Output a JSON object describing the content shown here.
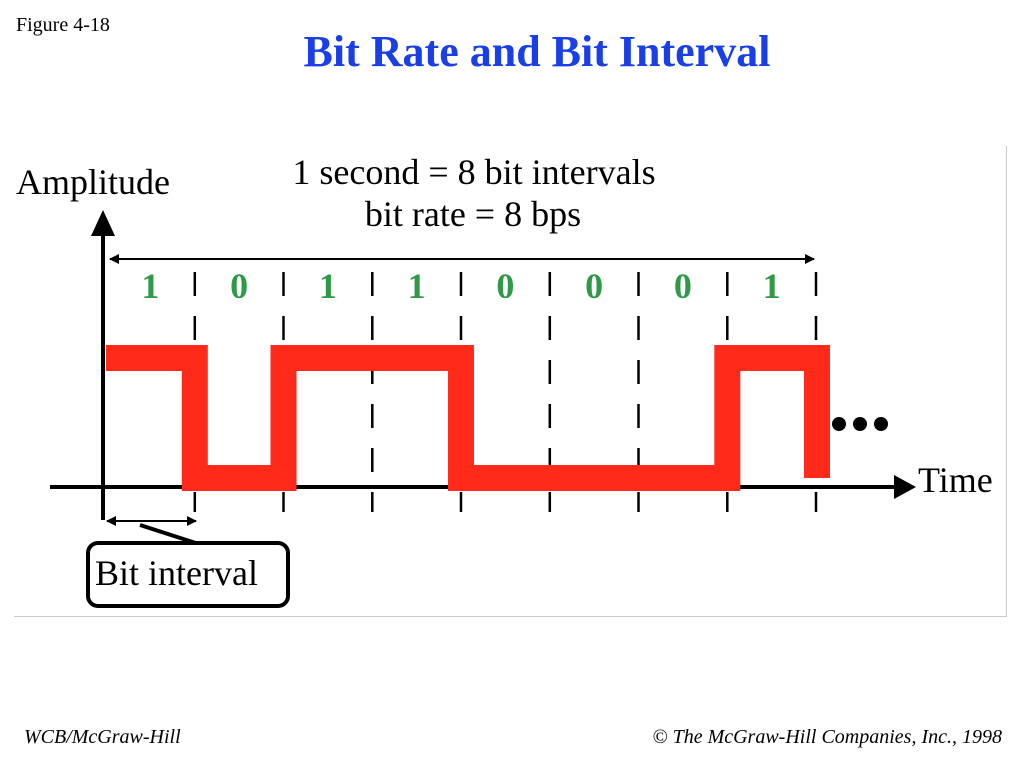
{
  "slide": {
    "figure_label": "Figure 4-18",
    "title": "Bit Rate and Bit Interval"
  },
  "diagram": {
    "y_axis_label": "Amplitude",
    "x_axis_label": "Time",
    "caption_line1": "1 second = 8 bit intervals",
    "caption_line2": "bit rate = 8 bps",
    "bits": [
      "1",
      "0",
      "1",
      "1",
      "0",
      "0",
      "0",
      "1"
    ],
    "continuation": "•••",
    "bit_interval_label": "Bit interval",
    "colors": {
      "signal": "#ff2a1a",
      "bit_digits": "#2e9a47",
      "title": "#1a3fe6",
      "axes": "#000000"
    }
  },
  "footer": {
    "left": "WCB/McGraw-Hill",
    "copyright_symbol": "©",
    "right": "The McGraw-Hill Companies, Inc., 1998"
  }
}
